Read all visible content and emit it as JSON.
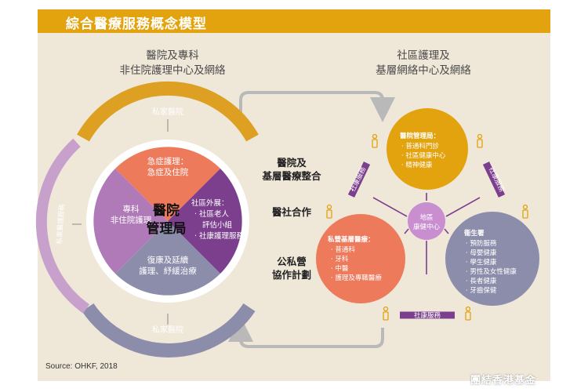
{
  "title": "綜合醫療服務概念模型",
  "left_heading": [
    "醫院及專科",
    "非住院護理中心及網絡"
  ],
  "right_heading": [
    "社區護理及",
    "基層網絡中心及網絡"
  ],
  "left_model": {
    "top_arc": "私家醫院",
    "bottom_arc": "私家醫院",
    "side_arc": "私家醫護服務",
    "center": [
      "醫院",
      "管理局"
    ],
    "top_quadrant": [
      "急症護理：",
      "急症及住院"
    ],
    "left_quadrant": [
      "專科",
      "非住院護理"
    ],
    "right_quadrant": [
      "社區外展：",
      "· 社區老人",
      "評估小組",
      "· 社康護理服務"
    ],
    "bottom_quadrant": [
      "復康及延續",
      "護理、紓緩治療"
    ]
  },
  "middle_labels": {
    "integration": [
      "醫院及",
      "基層醫療整合"
    ],
    "partnership": [
      "醫社合作"
    ],
    "ppp": [
      "公私營",
      "協作計劃"
    ]
  },
  "right_model": {
    "ha_circle": [
      "醫院管理局：",
      "· 普通科門診",
      "· 社區健康中心",
      "· 精神健康"
    ],
    "private_circle": [
      "私營基層醫療：",
      "· 普通科",
      "· 牙科",
      "· 中醫",
      "· 護理及專職醫療"
    ],
    "health_circle": [
      "衞生署",
      "· 預防服務",
      "· 母嬰健康",
      "· 學生健康",
      "· 男性及女性健康",
      "· 長者健康",
      "· 牙齒保健"
    ],
    "hub": [
      "地區",
      "康健中心"
    ],
    "arrow_label_left": "社康服務",
    "arrow_label_right": "社康服務",
    "arrow_label_bottom": "社康服務"
  },
  "source": "Source: OHKF, 2018",
  "watermark": "團結香港基金",
  "colors": {
    "banner": "#e2a30e",
    "panel": "#efe7d8",
    "urgent": "#ee7a5c",
    "specialist": "#b07ab8",
    "community": "#7b3f8d",
    "rehab": "#8c8dab",
    "private_arc": "#dda022",
    "bottom_arc": "#8c8dab",
    "side_arc": "#c7a1cc",
    "ha_circle": "#e2a30e",
    "private_circle": "#ee7a5c",
    "health_circle": "#8c8dab",
    "hub": "#c88ed0",
    "arrow": "#7b3f8d",
    "connector": "#b9b9b9"
  },
  "icons": [
    "person-icon",
    "arrow-icon"
  ]
}
